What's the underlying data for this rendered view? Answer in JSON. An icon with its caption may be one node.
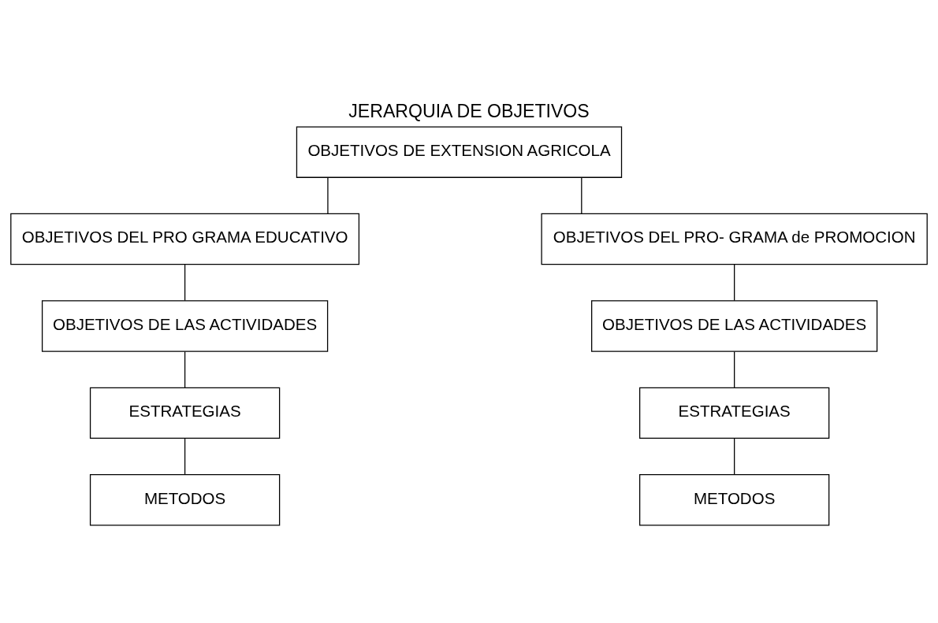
{
  "diagram": {
    "title": "JERARQUIA DE OBJETIVOS",
    "nodes": [
      {
        "text": [
          "OBJETIVOS DE EXTENSION AGRICOLA"
        ]
      },
      {
        "text": [
          "OBJETIVOS DEL PRO GRAMA EDUCATIVO"
        ]
      },
      {
        "text": [
          "OBJETIVOS DE LAS ACTIVIDADES"
        ]
      },
      {
        "text": [
          "ESTRATEGIAS"
        ]
      },
      {
        "text": [
          "METODOS"
        ]
      },
      {
        "text": [
          "OBJETIVOS DEL PRO- GRAMA de PROMOCION"
        ]
      },
      {
        "text": [
          "OBJETIVOS DE LAS ACTIVIDADES"
        ]
      },
      {
        "text": [
          "ESTRATEGIAS"
        ]
      },
      {
        "text": [
          "METODOS"
        ]
      }
    ],
    "edges": [
      {
        "from": 0,
        "to": 1,
        "arrow": "none"
      },
      {
        "from": 0,
        "to": 5,
        "arrow": "none"
      },
      {
        "from": 1,
        "to": 2,
        "arrow": "none"
      },
      {
        "from": 2,
        "to": 3,
        "arrow": "none"
      },
      {
        "from": 3,
        "to": 4,
        "arrow": "none"
      },
      {
        "from": 5,
        "to": 6,
        "arrow": "none"
      },
      {
        "from": 6,
        "to": 7,
        "arrow": "none"
      },
      {
        "from": 7,
        "to": 8,
        "arrow": "none"
      }
    ]
  }
}
